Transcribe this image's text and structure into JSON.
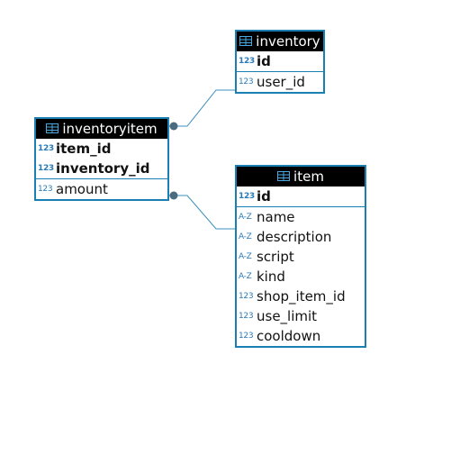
{
  "tables": {
    "inventory": {
      "name": "inventory",
      "keys": [
        {
          "type": "123",
          "name": "id"
        }
      ],
      "columns": [
        {
          "type": "123",
          "name": "user_id"
        }
      ]
    },
    "inventoryitem": {
      "name": "inventoryitem",
      "keys": [
        {
          "type": "123",
          "name": "item_id"
        },
        {
          "type": "123",
          "name": "inventory_id"
        }
      ],
      "columns": [
        {
          "type": "123",
          "name": "amount"
        }
      ]
    },
    "item": {
      "name": "item",
      "keys": [
        {
          "type": "123",
          "name": "id"
        }
      ],
      "columns": [
        {
          "type": "A-Z",
          "name": "name"
        },
        {
          "type": "A-Z",
          "name": "description"
        },
        {
          "type": "A-Z",
          "name": "script"
        },
        {
          "type": "A-Z",
          "name": "kind"
        },
        {
          "type": "123",
          "name": "shop_item_id"
        },
        {
          "type": "123",
          "name": "use_limit"
        },
        {
          "type": "123",
          "name": "cooldown"
        }
      ]
    }
  },
  "colors": {
    "border": "#1a7fb3",
    "header_bg": "#000000",
    "link": "#3a8fbd",
    "dot": "#4a6a80"
  },
  "icons": {
    "table": "table-grid-icon",
    "numeric": "numeric-type-icon",
    "text": "text-type-icon"
  }
}
